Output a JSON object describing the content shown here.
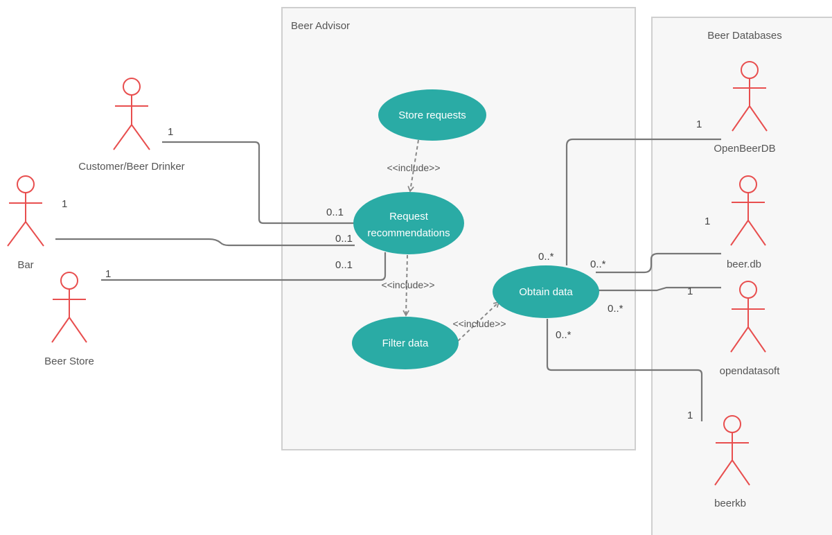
{
  "boundaries": {
    "system": "Beer Advisor",
    "databases": "Beer Databases"
  },
  "use_cases": {
    "store": "Store requests",
    "request_line1": "Request",
    "request_line2": "recommendations",
    "filter": "Filter data",
    "obtain": "Obtain data"
  },
  "actors": {
    "customer": "Customer/Beer Drinker",
    "bar": "Bar",
    "store": "Beer Store",
    "openbeerdb": "OpenBeerDB",
    "beerdb": "beer.db",
    "opendatasoft": "opendatasoft",
    "beerkb": "beerkb"
  },
  "relations": {
    "include_store": "<<include>>",
    "include_filter": "<<include>>",
    "include_obtain": "<<include>>"
  },
  "multiplicities": {
    "customer_end": "1",
    "customer_uc": "0..1",
    "bar_end": "1",
    "bar_uc": "0..1",
    "store_end": "1",
    "store_uc": "0..1",
    "openbeerdb_end": "1",
    "openbeerdb_uc": "0..*",
    "beerdb_end": "1",
    "beerdb_uc": "0..*",
    "opendatasoft_end": "1",
    "opendatasoft_uc": "0..*",
    "beerkb_end": "1",
    "beerkb_uc": "0..*"
  },
  "colors": {
    "actor": "#e84e4e",
    "use_case": "#2aaba5",
    "connector": "#777777"
  }
}
